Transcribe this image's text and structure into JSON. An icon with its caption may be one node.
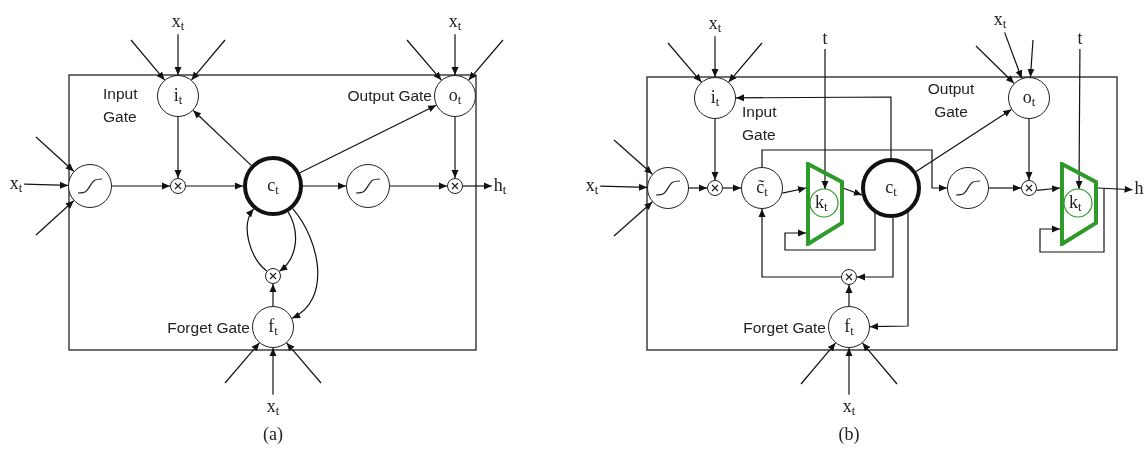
{
  "diagram": {
    "nodes": [
      {
        "text": [
          "i$_{t}$"
        ],
        "beside": [
          "Input Gate"
        ]
      },
      {
        "text": [
          "o$_{t}$"
        ],
        "beside": [
          "Output Gate"
        ]
      },
      {
        "text": [],
        "shape": "circle"
      },
      {
        "text": [],
        "shape": "circle"
      },
      {
        "text": [
          "c$_{t}$"
        ]
      },
      {
        "text": [],
        "shape": "circle"
      },
      {
        "text": [],
        "shape": "circle"
      },
      {
        "text": [],
        "shape": "circle"
      },
      {
        "text": [
          "f$_{t}$"
        ],
        "beside": [
          "Forget Gate"
        ]
      },
      {
        "text": [
          "x$_{t}$"
        ]
      },
      {
        "text": [
          "x$_{t}$"
        ]
      },
      {
        "text": [
          "x$_{t}$"
        ]
      },
      {
        "text": [
          "x$_{t}$"
        ]
      },
      {
        "text": [
          "h$_{t}$"
        ]
      },
      {
        "text": [
          "i$_{t}$"
        ],
        "beside": [
          "Input Gate"
        ]
      },
      {
        "text": [
          "o$_{t}$"
        ],
        "beside": [
          "Output Gate"
        ]
      },
      {
        "text": [],
        "shape": "circle"
      },
      {
        "text": [],
        "shape": "circle"
      },
      {
        "text": [
          "c̃$_{t}$"
        ]
      },
      {
        "text": [
          "k$_{t}$"
        ]
      },
      {
        "text": [
          "c$_{t}$"
        ]
      },
      {
        "text": [],
        "shape": "circle"
      },
      {
        "text": [],
        "shape": "circle"
      },
      {
        "text": [
          "k$_{t}$"
        ]
      },
      {
        "text": [],
        "shape": "circle"
      },
      {
        "text": [
          "f$_{t}$"
        ],
        "beside": [
          "Forget Gate"
        ]
      },
      {
        "text": [
          "x$_{t}$"
        ]
      },
      {
        "text": [
          "t"
        ]
      },
      {
        "text": [
          "x$_{t}$"
        ]
      },
      {
        "text": [
          "t"
        ]
      },
      {
        "text": [
          "x$_{t}$"
        ]
      },
      {
        "text": [
          "x$_{t}$"
        ]
      },
      {
        "text": [
          "h"
        ]
      }
    ],
    "edges": [
      {
        "from": 9,
        "to": 0,
        "arrow": "to"
      },
      {
        "from": null,
        "to": 0,
        "arrow": "to"
      },
      {
        "from": null,
        "to": 0,
        "arrow": "to"
      },
      {
        "from": 10,
        "to": 1,
        "arrow": "to"
      },
      {
        "from": null,
        "to": 1,
        "arrow": "to"
      },
      {
        "from": null,
        "to": 1,
        "arrow": "to"
      },
      {
        "from": 11,
        "to": 2,
        "arrow": "to"
      },
      {
        "from": null,
        "to": 2,
        "arrow": "to"
      },
      {
        "from": null,
        "to": 2,
        "arrow": "to"
      },
      {
        "from": 12,
        "to": 8,
        "arrow": "to"
      },
      {
        "from": null,
        "to": 8,
        "arrow": "to"
      },
      {
        "from": null,
        "to": 8,
        "arrow": "to"
      },
      {
        "from": 2,
        "to": 3,
        "arrow": "to"
      },
      {
        "from": 0,
        "to": 3,
        "arrow": "to"
      },
      {
        "from": 3,
        "to": 4,
        "arrow": "to"
      },
      {
        "from": 4,
        "to": 0,
        "arrow": "to"
      },
      {
        "from": 4,
        "to": 1,
        "arrow": "to"
      },
      {
        "from": 4,
        "to": 5,
        "arrow": "to"
      },
      {
        "from": 5,
        "to": 6,
        "arrow": "to"
      },
      {
        "from": 1,
        "to": 6,
        "arrow": "to"
      },
      {
        "from": 6,
        "to": 13,
        "arrow": "to"
      },
      {
        "from": 4,
        "to": 7,
        "arrow": "to"
      },
      {
        "from": 7,
        "to": 4,
        "arrow": "to"
      },
      {
        "from": 8,
        "to": 7,
        "arrow": "to"
      },
      {
        "from": 4,
        "to": 8,
        "arrow": "to"
      },
      {
        "from": 26,
        "to": 14,
        "arrow": "to"
      },
      {
        "from": null,
        "to": 14,
        "arrow": "to"
      },
      {
        "from": null,
        "to": 14,
        "arrow": "to"
      },
      {
        "from": 28,
        "to": 15,
        "arrow": "to"
      },
      {
        "from": null,
        "to": 15,
        "arrow": "to"
      },
      {
        "from": null,
        "to": 15,
        "arrow": "to"
      },
      {
        "from": 27,
        "to": 19,
        "arrow": "to"
      },
      {
        "from": 29,
        "to": 23,
        "arrow": "to"
      },
      {
        "from": 30,
        "to": 16,
        "arrow": "to"
      },
      {
        "from": null,
        "to": 16,
        "arrow": "to"
      },
      {
        "from": null,
        "to": 16,
        "arrow": "to"
      },
      {
        "from": 31,
        "to": 25,
        "arrow": "to"
      },
      {
        "from": null,
        "to": 25,
        "arrow": "to"
      },
      {
        "from": null,
        "to": 25,
        "arrow": "to"
      },
      {
        "from": 16,
        "to": 17,
        "arrow": "to"
      },
      {
        "from": 14,
        "to": 17,
        "arrow": "to"
      },
      {
        "from": 17,
        "to": 18,
        "arrow": "to"
      },
      {
        "from": 18,
        "to": 19,
        "arrow": "to"
      },
      {
        "from": 19,
        "to": 20,
        "arrow": "to"
      },
      {
        "from": 20,
        "to": 14,
        "arrow": "to"
      },
      {
        "from": 20,
        "to": 15,
        "arrow": "to"
      },
      {
        "from": 18,
        "to": 21,
        "arrow": "to"
      },
      {
        "from": 21,
        "to": 22,
        "arrow": "to"
      },
      {
        "from": 15,
        "to": 22,
        "arrow": "to"
      },
      {
        "from": 22,
        "to": 23,
        "arrow": "to"
      },
      {
        "from": 23,
        "to": 32,
        "arrow": "to"
      },
      {
        "from": 23,
        "to": 23,
        "arrow": "to"
      },
      {
        "from": 20,
        "to": 19,
        "arrow": "to"
      },
      {
        "from": 20,
        "to": 24,
        "arrow": "to"
      },
      {
        "from": 20,
        "to": 25,
        "arrow": "to"
      },
      {
        "from": 25,
        "to": 24,
        "arrow": "to"
      },
      {
        "from": 24,
        "to": 18,
        "arrow": "to"
      }
    ],
    "labels": [
      "(a)",
      "(b)"
    ]
  }
}
